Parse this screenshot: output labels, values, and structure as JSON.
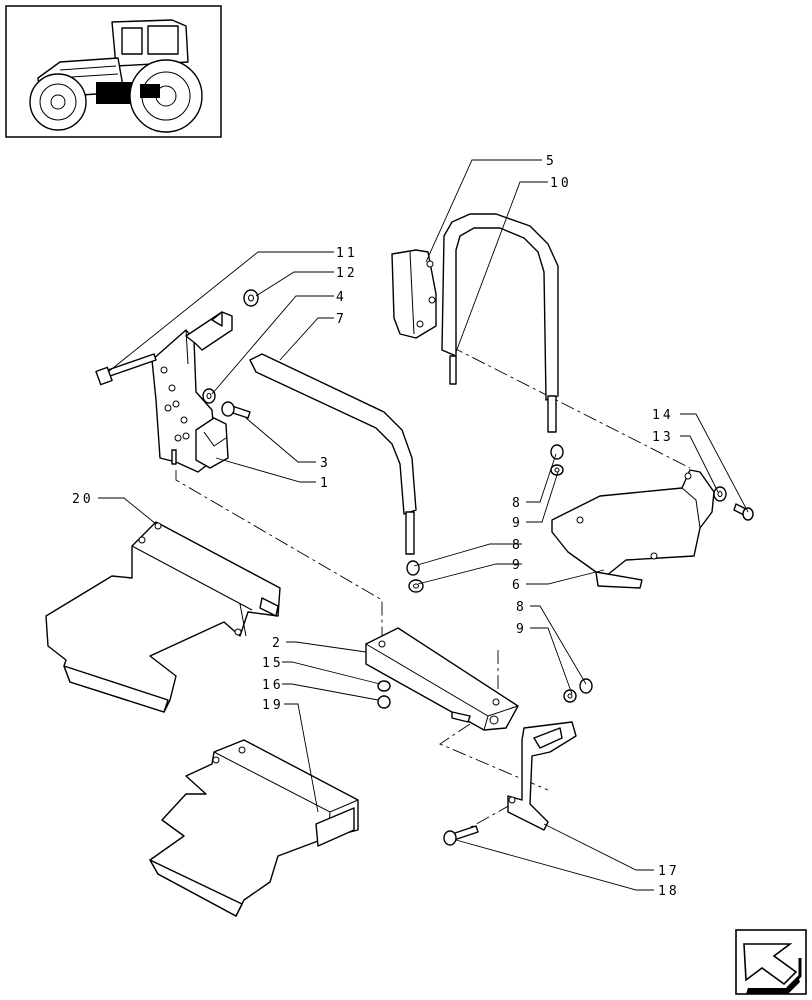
{
  "thumbnail": {
    "icon": "tractor-thumbnail-icon"
  },
  "nav": {
    "icon": "next-page-arrow-icon"
  },
  "callouts": {
    "c1": "1",
    "c2": "2",
    "c3": "3",
    "c4": "4",
    "c5": "5",
    "c6": "6",
    "c7": "7",
    "c8a": "8",
    "c8b": "8",
    "c8c": "8",
    "c9a": "9",
    "c9b": "9",
    "c9c": "9",
    "c10": "10",
    "c11": "11",
    "c12": "12",
    "c13": "13",
    "c14": "14",
    "c15": "15",
    "c16": "16",
    "c17": "17",
    "c18": "18",
    "c19": "19",
    "c20": "20"
  }
}
